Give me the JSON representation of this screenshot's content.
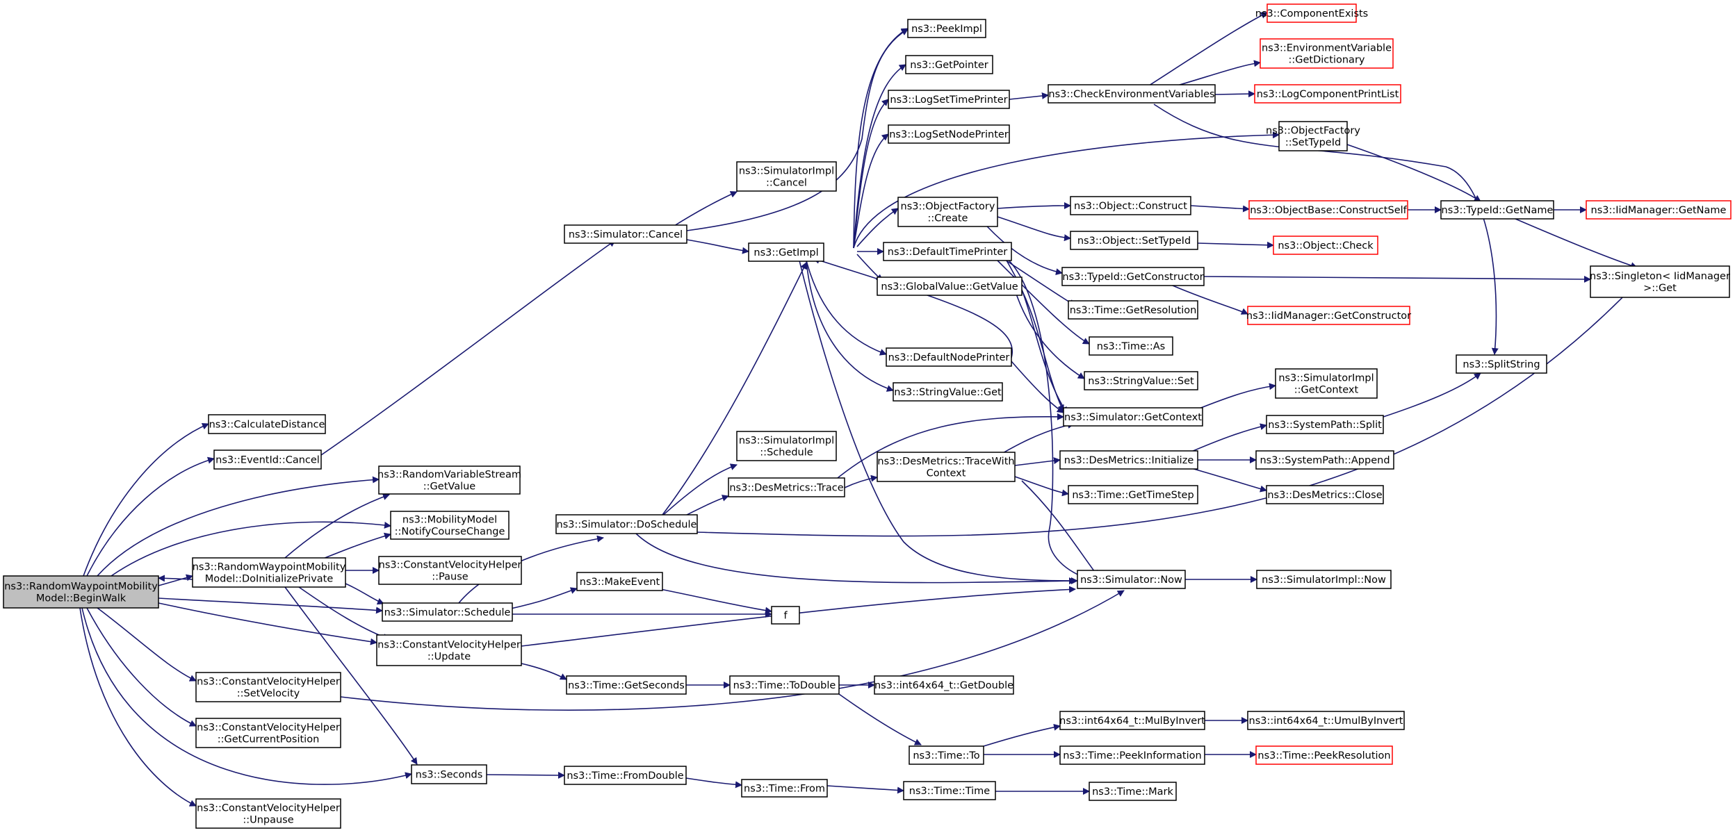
{
  "colors": {
    "edge": "#191970",
    "node_border": "#000000",
    "node_border_truncated": "#ff0000",
    "node_fill": "#ffffff",
    "root_fill": "#bfbfbf",
    "text": "#000000"
  },
  "nodes": [
    {
      "id": "beginwalk",
      "lines": [
        "ns3::RandomWaypointMobility",
        "Model::BeginWalk"
      ],
      "style": "root"
    },
    {
      "id": "calcdist",
      "lines": [
        "ns3::CalculateDistance"
      ],
      "style": "normal"
    },
    {
      "id": "eventcancel",
      "lines": [
        "ns3::EventId::Cancel"
      ],
      "style": "normal"
    },
    {
      "id": "rvsgetvalue",
      "lines": [
        "ns3::RandomVariableStream",
        "::GetValue"
      ],
      "style": "normal"
    },
    {
      "id": "notifycourse",
      "lines": [
        "ns3::MobilityModel",
        "::NotifyCourseChange"
      ],
      "style": "normal"
    },
    {
      "id": "doinit",
      "lines": [
        "ns3::RandomWaypointMobility",
        "Model::DoInitializePrivate"
      ],
      "style": "normal"
    },
    {
      "id": "cvhpause",
      "lines": [
        "ns3::ConstantVelocityHelper",
        "::Pause"
      ],
      "style": "normal"
    },
    {
      "id": "simschedule",
      "lines": [
        "ns3::Simulator::Schedule"
      ],
      "style": "normal"
    },
    {
      "id": "cvhupdate",
      "lines": [
        "ns3::ConstantVelocityHelper",
        "::Update"
      ],
      "style": "normal"
    },
    {
      "id": "cvhsetvel",
      "lines": [
        "ns3::ConstantVelocityHelper",
        "::SetVelocity"
      ],
      "style": "normal"
    },
    {
      "id": "cvhgetpos",
      "lines": [
        "ns3::ConstantVelocityHelper",
        "::GetCurrentPosition"
      ],
      "style": "normal"
    },
    {
      "id": "seconds",
      "lines": [
        "ns3::Seconds"
      ],
      "style": "normal"
    },
    {
      "id": "cvhunpause",
      "lines": [
        "ns3::ConstantVelocityHelper",
        "::Unpause"
      ],
      "style": "normal"
    },
    {
      "id": "simcancel",
      "lines": [
        "ns3::Simulator::Cancel"
      ],
      "style": "normal"
    },
    {
      "id": "simdoschedule",
      "lines": [
        "ns3::Simulator::DoSchedule"
      ],
      "style": "normal"
    },
    {
      "id": "makeevent",
      "lines": [
        "ns3::MakeEvent"
      ],
      "style": "normal"
    },
    {
      "id": "getseconds",
      "lines": [
        "ns3::Time::GetSeconds"
      ],
      "style": "normal"
    },
    {
      "id": "fromdouble",
      "lines": [
        "ns3::Time::FromDouble"
      ],
      "style": "normal"
    },
    {
      "id": "simimplcancel",
      "lines": [
        "ns3::SimulatorImpl",
        "::Cancel"
      ],
      "style": "normal"
    },
    {
      "id": "simimplschedule",
      "lines": [
        "ns3::SimulatorImpl",
        "::Schedule"
      ],
      "style": "normal"
    },
    {
      "id": "desmetricstrace",
      "lines": [
        "ns3::DesMetrics::Trace"
      ],
      "style": "normal"
    },
    {
      "id": "getimpl",
      "lines": [
        "ns3::GetImpl"
      ],
      "style": "normal"
    },
    {
      "id": "f",
      "lines": [
        "f"
      ],
      "style": "normal"
    },
    {
      "id": "todouble",
      "lines": [
        "ns3::Time::ToDouble"
      ],
      "style": "normal"
    },
    {
      "id": "timefrom",
      "lines": [
        "ns3::Time::From"
      ],
      "style": "normal"
    },
    {
      "id": "peekimpl",
      "lines": [
        "ns3::PeekImpl"
      ],
      "style": "normal"
    },
    {
      "id": "getpointer",
      "lines": [
        "ns3::GetPointer"
      ],
      "style": "normal"
    },
    {
      "id": "logsettime",
      "lines": [
        "ns3::LogSetTimePrinter"
      ],
      "style": "normal"
    },
    {
      "id": "logsetnode",
      "lines": [
        "ns3::LogSetNodePrinter"
      ],
      "style": "normal"
    },
    {
      "id": "objfactcreate",
      "lines": [
        "ns3::ObjectFactory",
        "::Create"
      ],
      "style": "normal"
    },
    {
      "id": "deftimeprinter",
      "lines": [
        "ns3::DefaultTimePrinter"
      ],
      "style": "normal"
    },
    {
      "id": "gvgetvalue",
      "lines": [
        "ns3::GlobalValue::GetValue"
      ],
      "style": "normal"
    },
    {
      "id": "defnodeprinter",
      "lines": [
        "ns3::DefaultNodePrinter"
      ],
      "style": "normal"
    },
    {
      "id": "stringvalueget",
      "lines": [
        "ns3::StringValue::Get"
      ],
      "style": "normal"
    },
    {
      "id": "destracewith",
      "lines": [
        "ns3::DesMetrics::TraceWith",
        "Context"
      ],
      "style": "normal"
    },
    {
      "id": "i64getdouble",
      "lines": [
        "ns3::int64x64_t::GetDouble"
      ],
      "style": "normal"
    },
    {
      "id": "timeto",
      "lines": [
        "ns3::Time::To"
      ],
      "style": "normal"
    },
    {
      "id": "timetime",
      "lines": [
        "ns3::Time::Time"
      ],
      "style": "normal"
    },
    {
      "id": "checkenv",
      "lines": [
        "ns3::CheckEnvironmentVariables"
      ],
      "style": "normal"
    },
    {
      "id": "objconstruct",
      "lines": [
        "ns3::Object::Construct"
      ],
      "style": "normal"
    },
    {
      "id": "objsettypeid",
      "lines": [
        "ns3::Object::SetTypeId"
      ],
      "style": "normal"
    },
    {
      "id": "typeidgetctor",
      "lines": [
        "ns3::TypeId::GetConstructor"
      ],
      "style": "normal"
    },
    {
      "id": "timegetres",
      "lines": [
        "ns3::Time::GetResolution"
      ],
      "style": "normal"
    },
    {
      "id": "timeas",
      "lines": [
        "ns3::Time::As"
      ],
      "style": "normal"
    },
    {
      "id": "stringvalueset",
      "lines": [
        "ns3::StringValue::Set"
      ],
      "style": "normal"
    },
    {
      "id": "simgetcontext",
      "lines": [
        "ns3::Simulator::GetContext"
      ],
      "style": "normal"
    },
    {
      "id": "desinit",
      "lines": [
        "ns3::DesMetrics::Initialize"
      ],
      "style": "normal"
    },
    {
      "id": "timegetstep",
      "lines": [
        "ns3::Time::GetTimeStep"
      ],
      "style": "normal"
    },
    {
      "id": "simnow",
      "lines": [
        "ns3::Simulator::Now"
      ],
      "style": "normal"
    },
    {
      "id": "i64mulbyinv",
      "lines": [
        "ns3::int64x64_t::MulByInvert"
      ],
      "style": "normal"
    },
    {
      "id": "peekinfo",
      "lines": [
        "ns3::Time::PeekInformation"
      ],
      "style": "normal"
    },
    {
      "id": "timemark",
      "lines": [
        "ns3::Time::Mark"
      ],
      "style": "normal"
    },
    {
      "id": "compexists",
      "lines": [
        "ns3::ComponentExists"
      ],
      "style": "truncated"
    },
    {
      "id": "envgetdict",
      "lines": [
        "ns3::EnvironmentVariable",
        "::GetDictionary"
      ],
      "style": "truncated"
    },
    {
      "id": "logcompprint",
      "lines": [
        "ns3::LogComponentPrintList"
      ],
      "style": "truncated"
    },
    {
      "id": "objfactsettype",
      "lines": [
        "ns3::ObjectFactory",
        "::SetTypeId"
      ],
      "style": "normal"
    },
    {
      "id": "objbaseconstruct",
      "lines": [
        "ns3::ObjectBase::ConstructSelf"
      ],
      "style": "truncated"
    },
    {
      "id": "objcheck",
      "lines": [
        "ns3::Object::Check"
      ],
      "style": "truncated"
    },
    {
      "id": "iidgetctor",
      "lines": [
        "ns3::IidManager::GetConstructor"
      ],
      "style": "truncated"
    },
    {
      "id": "simimplgetctx",
      "lines": [
        "ns3::SimulatorImpl",
        "::GetContext"
      ],
      "style": "normal"
    },
    {
      "id": "syspathsplit",
      "lines": [
        "ns3::SystemPath::Split"
      ],
      "style": "normal"
    },
    {
      "id": "syspathappend",
      "lines": [
        "ns3::SystemPath::Append"
      ],
      "style": "normal"
    },
    {
      "id": "desclose",
      "lines": [
        "ns3::DesMetrics::Close"
      ],
      "style": "normal"
    },
    {
      "id": "simimplnow",
      "lines": [
        "ns3::SimulatorImpl::Now"
      ],
      "style": "normal"
    },
    {
      "id": "i64umulbyinv",
      "lines": [
        "ns3::int64x64_t::UmulByInvert"
      ],
      "style": "normal"
    },
    {
      "id": "peekres",
      "lines": [
        "ns3::Time::PeekResolution"
      ],
      "style": "truncated"
    },
    {
      "id": "typeidgetname",
      "lines": [
        "ns3::TypeId::GetName"
      ],
      "style": "normal"
    },
    {
      "id": "splitstring",
      "lines": [
        "ns3::SplitString"
      ],
      "style": "normal"
    },
    {
      "id": "iidgetname",
      "lines": [
        "ns3::IidManager::GetName"
      ],
      "style": "truncated"
    },
    {
      "id": "singletonget",
      "lines": [
        "ns3::Singleton< IidManager",
        " >::Get"
      ],
      "style": "normal"
    }
  ]
}
